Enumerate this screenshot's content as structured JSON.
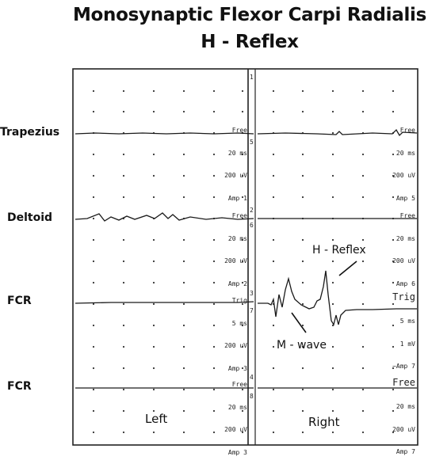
{
  "title": {
    "line1": "Monosynaptic Flexor Carpi Radialis",
    "line2": "H - Reflex"
  },
  "row_labels": [
    "Trapezius",
    "Deltoid",
    "FCR",
    "FCR"
  ],
  "panels": {
    "left": "Left",
    "right": "Right"
  },
  "annotations": {
    "h_reflex": "H - Reflex",
    "m_wave": "M - wave"
  },
  "scope": {
    "left": [
      {
        "mode": "Free",
        "time": "20 ms",
        "gain": "200 uV",
        "amp": "Amp 1"
      },
      {
        "mode": "Free",
        "time": "20 ms",
        "gain": "200 uV",
        "amp": "Amp 2"
      },
      {
        "mode": "Trig",
        "time": "5 ms",
        "gain": "200 uV",
        "amp": "Amp 3"
      },
      {
        "mode": "Free",
        "time": "20 ms",
        "gain": "200 uV",
        "amp": "Amp 3"
      }
    ],
    "right": [
      {
        "mode": "Free",
        "time": "20 ms",
        "gain": "200 uV",
        "amp": "Amp 5"
      },
      {
        "mode": "Free",
        "time": "20 ms",
        "gain": "200 uV",
        "amp": "Amp 6"
      },
      {
        "mode": "Trig",
        "time": "5 ms",
        "gain": "1 mV",
        "amp": "~Amp 7"
      },
      {
        "mode": "Free",
        "time": "20 ms",
        "gain": "200 uV",
        "amp": "Amp 7"
      }
    ],
    "channel_numbers": [
      "1",
      "2",
      "3",
      "4",
      "5",
      "6",
      "7",
      "8"
    ]
  }
}
